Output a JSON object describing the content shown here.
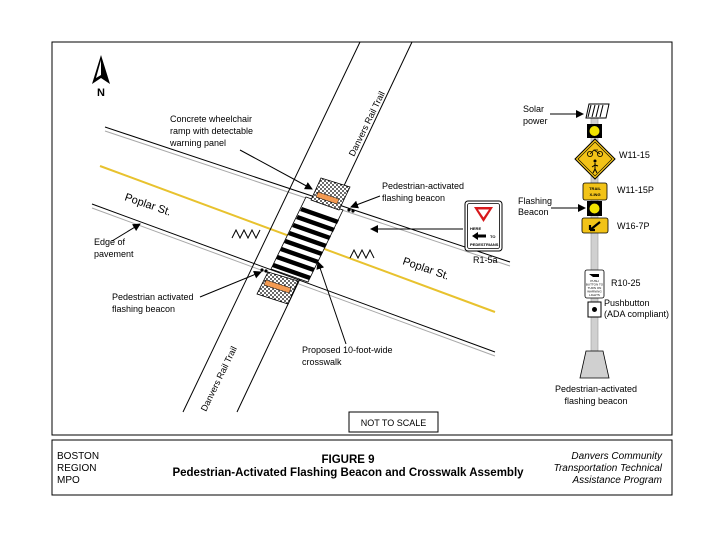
{
  "labels": {
    "north": "N",
    "street_upper": "Poplar St.",
    "street_lower": "Poplar St.",
    "trail_upper": "Danvers Rail Trail",
    "trail_lower": "Danvers Rail Trail",
    "ramp_line1": "Concrete wheelchair",
    "ramp_line2": "ramp with detectable",
    "ramp_line3": "warning panel",
    "beacon_right_line1": "Pedestrian-activated",
    "beacon_right_line2": "flashing beacon",
    "beacon_left_line1": "Pedestrian activated",
    "beacon_left_line2": "flashing beacon",
    "edge_line1": "Edge of",
    "edge_line2": "pavement",
    "crosswalk_line1": "Proposed 10-foot-wide",
    "crosswalk_line2": "crosswalk",
    "r15a": "R1-5a",
    "yield_here": "HERE",
    "yield_to": "TO",
    "yield_peds": "PEDESTRIANS",
    "not_to_scale": "NOT TO SCALE"
  },
  "assembly": {
    "solar_line1": "Solar",
    "solar_line2": "power",
    "w11_15": "W11-15",
    "w11_15p": "W11-15P",
    "plaque_line1": "TRAIL",
    "plaque_line2": "X-ING",
    "flashing_line1": "Flashing",
    "flashing_line2": "Beacon",
    "w16_7p": "W16-7P",
    "r10_25": "R10-25",
    "r10_line1": "PUSH",
    "r10_line2": "BUTTON TO",
    "r10_line3": "TURN ON",
    "r10_line4": "WARNING",
    "r10_line5": "LIGHTS",
    "pushbutton_line1": "Pushbutton",
    "pushbutton_line2": "(ADA compliant)",
    "caption_line1": "Pedestrian-activated",
    "caption_line2": "flashing beacon"
  },
  "footer": {
    "org_line1": "BOSTON",
    "org_line2": "REGION",
    "org_line3": "MPO",
    "figure_number": "FIGURE 9",
    "figure_title": "Pedestrian-Activated Flashing Beacon and Crosswalk Assembly",
    "program_line1": "Danvers Community",
    "program_line2": "Transportation Technical",
    "program_line3": "Assistance Program"
  },
  "colors": {
    "centerline": "#e8c22e",
    "sign_yellow": "#f2c318",
    "beacon_orange": "#f39a52",
    "pole_gray": "#d0d0d0",
    "street_gray": "#a8a8a8",
    "yield_red": "#d7191c"
  }
}
